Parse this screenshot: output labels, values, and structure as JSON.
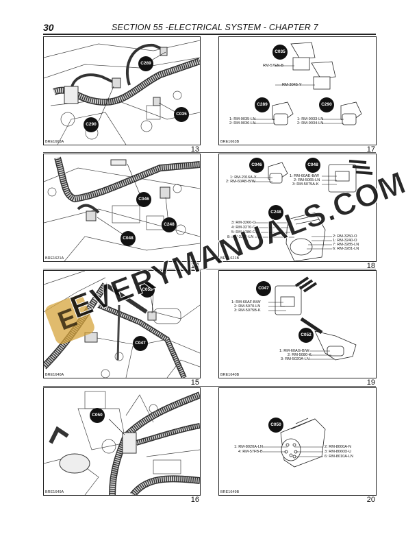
{
  "header": {
    "page_number": "30",
    "title": "SECTION 55 -ELECTRICAL SYSTEM - CHAPTER 7"
  },
  "figures": [
    {
      "number": "13",
      "code": "BRE1663A",
      "callouts": [
        "C289",
        "C290",
        "C035"
      ]
    },
    {
      "number": "14",
      "code": "BRE1621A",
      "callouts": [
        "C046",
        "C248",
        "C048"
      ]
    },
    {
      "number": "15",
      "code": "BRE1640A",
      "callouts": [
        "C052",
        "C047"
      ]
    },
    {
      "number": "16",
      "code": "BRE1649A",
      "callouts": [
        "C050"
      ]
    },
    {
      "number": "17",
      "code": "BRE1663B",
      "connectors": [
        {
          "id": "C035",
          "wires": [
            "RM-57EN-B",
            "RM-3045-Y"
          ]
        },
        {
          "id": "C289",
          "wires": [
            "1: RM-9035-LN",
            "2: RM-9036-LN"
          ]
        },
        {
          "id": "C290",
          "wires": [
            "1: RM-9033-LN",
            "2: RM-9034-LN"
          ]
        }
      ]
    },
    {
      "number": "18",
      "code": "BRE1621B",
      "connectors": [
        {
          "id": "C046",
          "wires": [
            "1: RM-2016A-Y",
            "2: RM-60AB-B/W"
          ]
        },
        {
          "id": "C048",
          "wires": [
            "1: RM-60AE-B/W",
            "2: RM-5065-LN",
            "3: RM-5075A-K"
          ]
        },
        {
          "id": "C248",
          "wires_left": [
            "3: RM-3260-O",
            "4: RM-3270-O",
            "5: RM-3280-O",
            "8: RM-3286-LN"
          ],
          "wires_right": [
            "2: RM-3250-O",
            "1: RM-3240-O",
            "7: RM-3285-LN",
            "6: RM-3281-LN"
          ]
        }
      ]
    },
    {
      "number": "19",
      "code": "BRE1640B",
      "connectors": [
        {
          "id": "C047",
          "wires": [
            "1: RM-60AF-B/W",
            "2: RM-5070-LN",
            "3: RM-5075B-K"
          ]
        },
        {
          "id": "C052",
          "wires": [
            "1: RM-60AG-B/W",
            "2: RM-5080-K",
            "3: RM-5020A-LN"
          ]
        }
      ]
    },
    {
      "number": "20",
      "code": "BRE1649B",
      "connectors": [
        {
          "id": "C050",
          "wires_left": [
            "1: RM-8020A-LN",
            "4: RM-57FB-B"
          ],
          "wires_right": [
            "2: RM-8000A-N",
            "3: RM-8060D-U",
            "6: RM-8010A-LN"
          ]
        }
      ]
    }
  ],
  "watermark": {
    "text": "EVERYMANUALS.COM",
    "logo_glyph": "E",
    "color": "#d6a43c"
  }
}
